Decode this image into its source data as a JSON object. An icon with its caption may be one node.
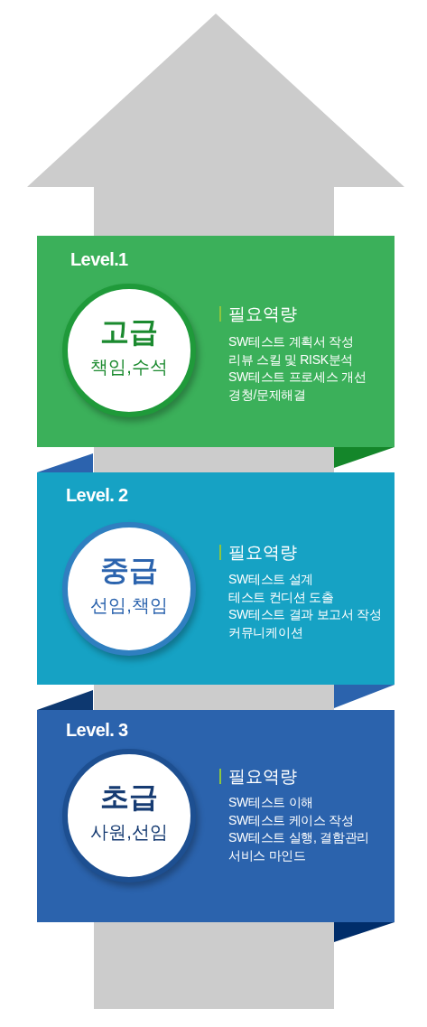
{
  "diagram": {
    "nodes": [
      {
        "text": [
          "Level.1",
          "필요역량",
          "SW테스트 계획서 작성",
          "리뷰 스킬 및 RISK분석",
          "SW테스트 프로세스 개선",
          "경청/문제해결"
        ]
      },
      {
        "text": [
          "고급",
          "책임,수석"
        ],
        "in": 0
      },
      {
        "text": [
          "Level. 2",
          "필요역량",
          "SW테스트 설계",
          "테스트 컨디션 도출",
          "SW테스트 결과 보고서 작성",
          "커뮤니케이션"
        ]
      },
      {
        "text": [
          "중급",
          "선임,책임"
        ],
        "in": 2
      },
      {
        "text": [
          "Level. 3",
          "필요역량",
          "SW테스트 이해",
          "SW테스트 케이스 작성",
          "SW테스트 실행, 결함관리",
          "서비스 마인드"
        ]
      },
      {
        "text": [
          "초급",
          "사원,선임"
        ],
        "in": 4
      }
    ]
  }
}
